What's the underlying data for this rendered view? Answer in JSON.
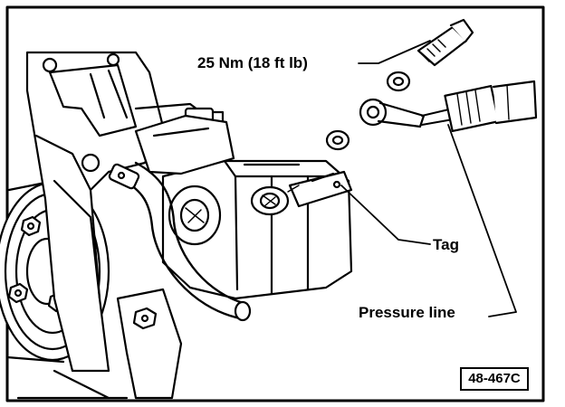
{
  "callouts": {
    "torque": "25 Nm (18 ft lb)",
    "tag": "Tag",
    "pressure_line": "Pressure line"
  },
  "figure_id": "48-467C",
  "colors": {
    "ink": "#000000",
    "paper": "#ffffff"
  }
}
